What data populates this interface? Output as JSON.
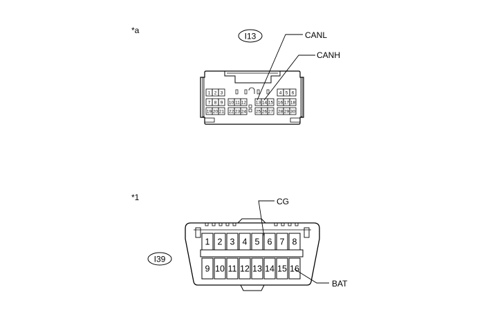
{
  "connector_a": {
    "marker": "*a",
    "id": "I13",
    "callouts": {
      "canl": "CANL",
      "canh": "CANH"
    },
    "pins": [
      "1",
      "2",
      "3",
      "4",
      "5",
      "6",
      "7",
      "8",
      "9",
      "10",
      "11",
      "12",
      "13",
      "14",
      "15",
      "16",
      "17",
      "18",
      "19",
      "20",
      "21",
      "22",
      "23",
      "24",
      "25",
      "26",
      "27",
      "28",
      "29",
      "30"
    ]
  },
  "connector_1": {
    "marker": "*1",
    "id": "I39",
    "callouts": {
      "cg": "CG",
      "bat": "BAT"
    },
    "pins_top": [
      "1",
      "2",
      "3",
      "4",
      "5",
      "6",
      "7",
      "8"
    ],
    "pins_bottom": [
      "9",
      "10",
      "11",
      "12",
      "13",
      "14",
      "15",
      "16"
    ]
  }
}
